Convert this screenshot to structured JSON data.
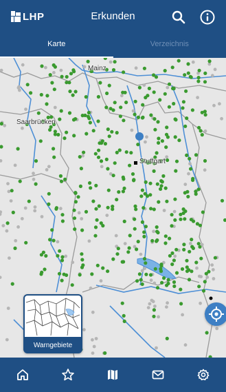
{
  "app": {
    "logo_text": "LHP",
    "title": "Erkunden"
  },
  "tabs": [
    {
      "label": "Karte",
      "active": true
    },
    {
      "label": "Verzeichnis",
      "active": false
    }
  ],
  "map": {
    "cities": [
      {
        "label": "Mainz"
      },
      {
        "label": "Saarbrücken"
      },
      {
        "label": "Stuttgart"
      }
    ],
    "warn_card_label": "Warngebiete"
  },
  "icons": {
    "header": [
      "search-icon",
      "info-icon"
    ],
    "bottom_nav": [
      "home-icon",
      "star-icon",
      "map-icon",
      "mail-icon",
      "gear-icon"
    ]
  },
  "colors": {
    "primary": "#1f4f84",
    "tab_inactive": "#6f8fb6",
    "station_green": "#3a9a2f",
    "station_gray": "#b5b5b5",
    "river_blue": "#4d8fd6",
    "border": "#9a9a9a",
    "locate_button": "#3d7fc4"
  }
}
